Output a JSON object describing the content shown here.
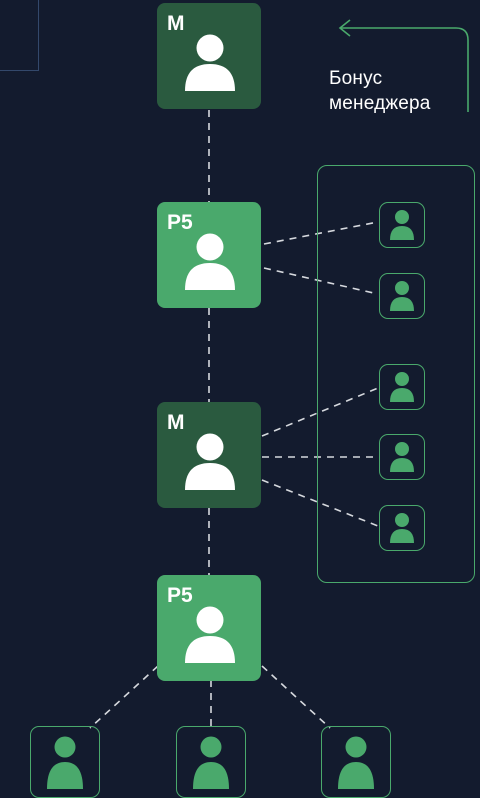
{
  "nodes": {
    "top_manager": {
      "label": "M"
    },
    "p5_first": {
      "label": "P5"
    },
    "mid_manager": {
      "label": "M"
    },
    "p5_second": {
      "label": "P5"
    }
  },
  "bonus": {
    "line1": "Бонус",
    "line2": "менеджера"
  },
  "colors": {
    "background": "#131b2e",
    "manager_node": "#2a5a3f",
    "p5_node": "#4aa96c",
    "outline": "#4aa96c",
    "person_on_dark": "#ffffff",
    "person_outline_node": "#4aa96c",
    "connector": "#d6d9de"
  },
  "icons": {
    "person": "person-icon",
    "arrow": "arrow-left-icon"
  }
}
